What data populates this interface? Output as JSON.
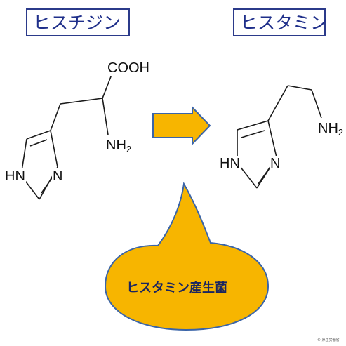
{
  "left_label": "ヒスチジン",
  "right_label": "ヒスタミン",
  "left_molecule": {
    "carboxyl": "COOH",
    "amino": "NH",
    "amino_sub": "2",
    "ring_nh": "HN",
    "ring_n": "N"
  },
  "right_molecule": {
    "amino": "NH",
    "amino_sub": "2",
    "ring_nh": "HN",
    "ring_n": "N"
  },
  "bubble_text": "ヒスタミン産生菌",
  "copyright": "© 厚生労働省",
  "colors": {
    "arrow": "#f7b500",
    "bubble": "#f7b500",
    "label_border": "#2b3a8a",
    "label_text": "#1f2f8a"
  }
}
